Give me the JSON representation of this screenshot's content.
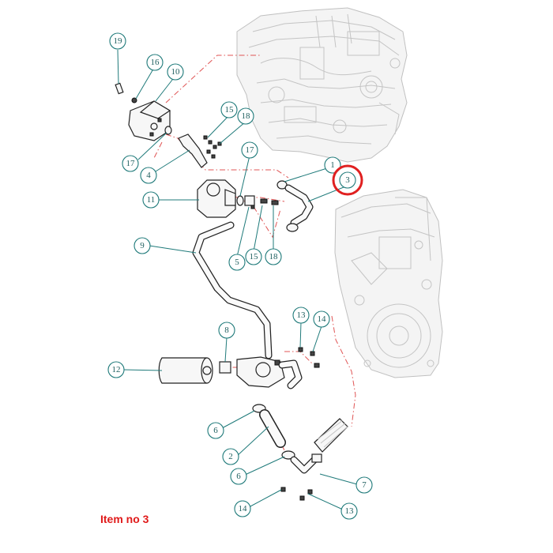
{
  "caption": "Item no 3",
  "highlighted_callout": "3",
  "callouts": [
    "19",
    "16",
    "10",
    "15",
    "18",
    "17",
    "4",
    "1",
    "3",
    "11",
    "17",
    "5",
    "15",
    "18",
    "9",
    "13",
    "14",
    "8",
    "12",
    "6",
    "2",
    "6",
    "7",
    "14",
    "13"
  ],
  "colors": {
    "callout": "#1f7a7a",
    "highlight": "#e02020",
    "caption": "#e01a1a",
    "centerline": "#e05555"
  }
}
